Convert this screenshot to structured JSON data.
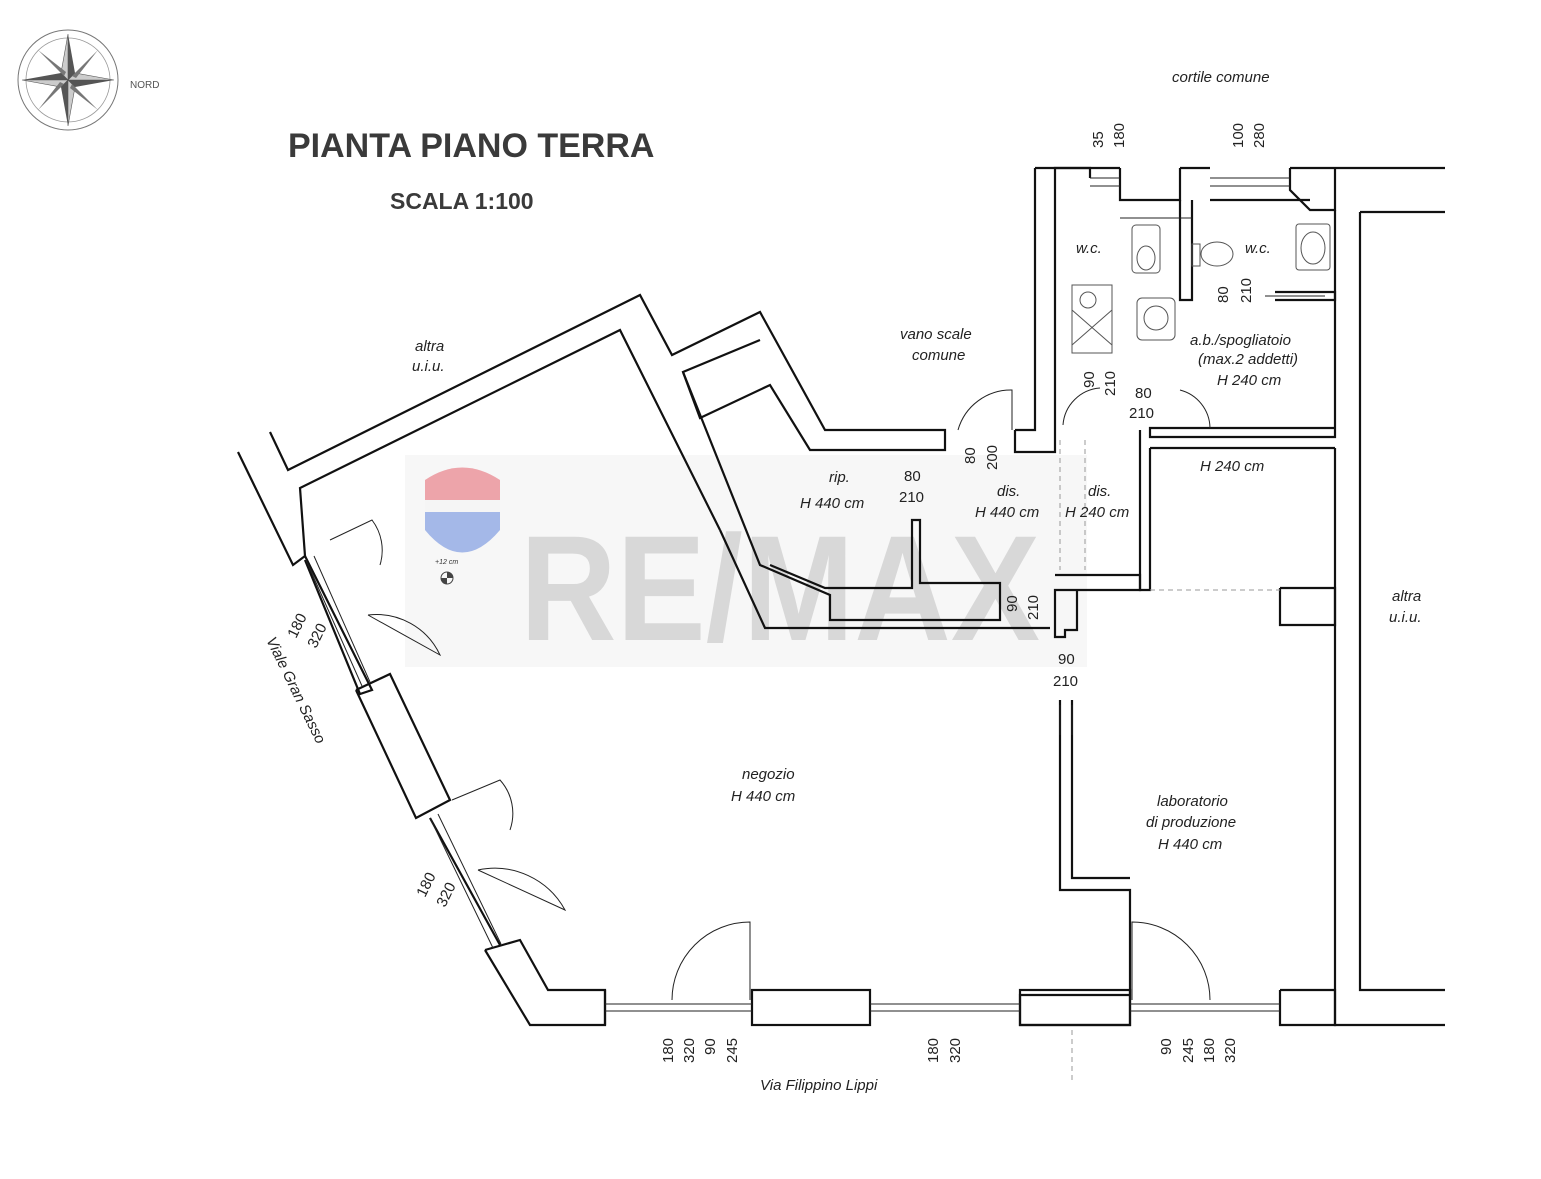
{
  "title": "PIANTA PIANO TERRA",
  "scale": "SCALA 1:100",
  "north_label": "NORD",
  "watermark": "RE/MAX",
  "streets": {
    "south": "Via Filippino Lippi",
    "west": "Viale Gran Sasso",
    "north": "cortile comune"
  },
  "rooms": {
    "altra_nw": [
      "altra",
      "u.i.u."
    ],
    "altra_e": [
      "altra",
      "u.i.u."
    ],
    "vano_scale": [
      "vano scale",
      "comune"
    ],
    "wc_left": "w.c.",
    "wc_right": "w.c.",
    "spogliatoio": [
      "a.b./spogliatoio",
      "(max.2 addetti)",
      "H 240 cm"
    ],
    "rip": [
      "rip.",
      "H 440 cm"
    ],
    "dis_1": [
      "dis.",
      "H 440 cm"
    ],
    "dis_2": [
      "dis.",
      "H 240 cm"
    ],
    "upper_room_height": "H 240 cm",
    "negozio": [
      "negozio",
      "H 440 cm"
    ],
    "laboratorio": [
      "laboratorio",
      "di produzione",
      "H 440 cm"
    ],
    "level_mark": "+12 cm"
  },
  "dimensions": {
    "top_window_1": [
      "35",
      "180"
    ],
    "top_window_2": [
      "100",
      "280"
    ],
    "wc_door_right": [
      "80",
      "210"
    ],
    "wc_door_left": [
      "90",
      "210"
    ],
    "wc_door_left_2": [
      "80",
      "210"
    ],
    "stair_door": [
      "80",
      "200"
    ],
    "rip_door": [
      "80",
      "210"
    ],
    "mid_door": [
      "90",
      "210"
    ],
    "lab_door": [
      "90",
      "210"
    ],
    "west_window_1": [
      "180",
      "320"
    ],
    "west_window_2": [
      "180",
      "320"
    ],
    "south_door_1": [
      "180",
      "320",
      "90",
      "245"
    ],
    "south_window": [
      "180",
      "320"
    ],
    "south_door_2": [
      "90",
      "245",
      "180",
      "320"
    ]
  },
  "colors": {
    "wall": "#111111",
    "title": "#3a3a3a",
    "watermark_text": "#b9b9b9",
    "watermark_red": "#e05a66",
    "watermark_blue": "#5a7fd6"
  }
}
